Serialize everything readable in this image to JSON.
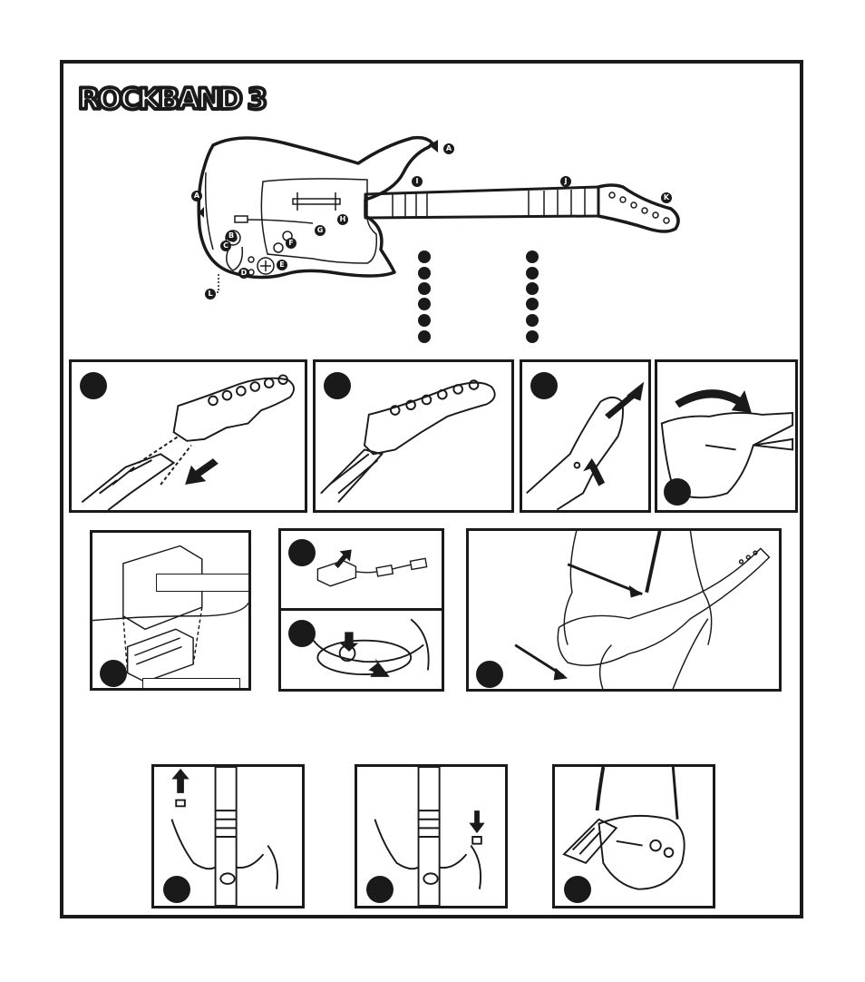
{
  "logo": {
    "wordmark": "ROCKBAND 3"
  },
  "diagram_labels": [
    "A",
    "A",
    "B",
    "C",
    "D",
    "E",
    "F",
    "G",
    "H",
    "I",
    "J",
    "K",
    "L"
  ],
  "illustrations": {
    "neck_attach": "neck-remove-icon",
    "neck_attached": "neck-attached-icon",
    "strap_button_pull": "strap-button-icon",
    "flip_guitar": "flip-guitar-icon",
    "battery_compartment": "battery-compartment-icon",
    "usb_dongle": "usb-dongle-icon",
    "cable_clip": "cable-clip-icon",
    "player_with_strap": "player-strap-icon",
    "strap_peg_remove": "strap-peg-remove-icon",
    "strap_peg_insert": "strap-peg-insert-icon",
    "strap_attached": "strap-attached-icon"
  },
  "colors": {
    "ink": "#1a1a1a",
    "paper": "#ffffff"
  }
}
